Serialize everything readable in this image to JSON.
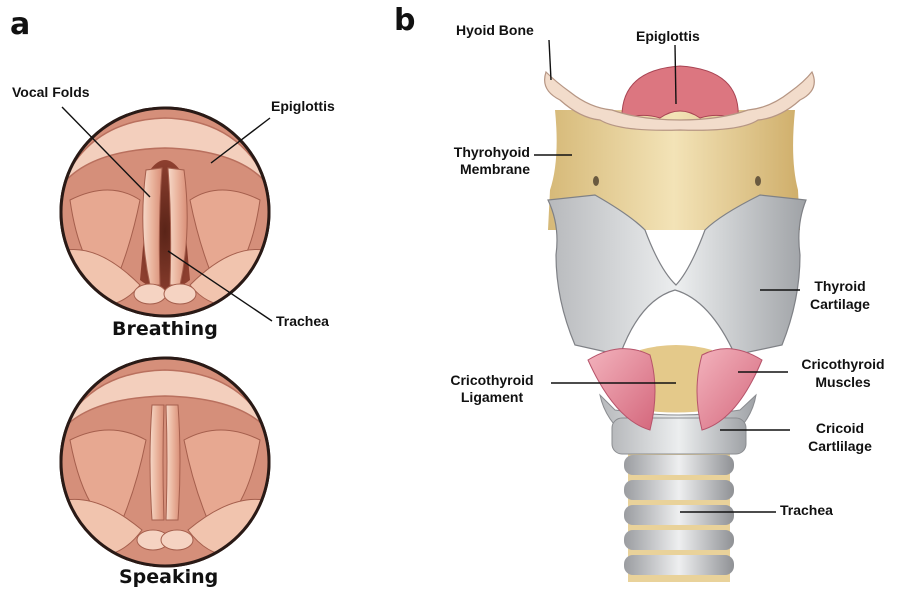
{
  "panels": {
    "a": "a",
    "b": "b"
  },
  "panel_a": {
    "labels": {
      "vocal_folds": "Vocal Folds",
      "epiglottis": "Epiglottis",
      "trachea": "Trachea"
    },
    "captions": {
      "breathing": "Breathing",
      "speaking": "Speaking"
    }
  },
  "panel_b": {
    "labels": {
      "hyoid_bone": "Hyoid Bone",
      "epiglottis": "Epiglottis",
      "thyrohyoid_membrane_1": "Thyrohyoid",
      "thyrohyoid_membrane_2": "Membrane",
      "thyroid_cartilage_1": "Thyroid",
      "thyroid_cartilage_2": "Cartilage",
      "cricothyroid_ligament_1": "Cricothyroid",
      "cricothyroid_ligament_2": "Ligament",
      "cricothyroid_muscles_1": "Cricothyroid",
      "cricothyroid_muscles_2": "Muscles",
      "cricoid_cartilage_1": "Cricoid",
      "cricoid_cartilage_2": "Cartlilage",
      "trachea": "Trachea"
    }
  },
  "colors": {
    "flesh_outer": "#c9786a",
    "flesh_light": "#f4c7b1",
    "flesh_mid": "#e3a189",
    "cartilage_gray": "#c9cbcd",
    "membrane_tan": "#e6cf95",
    "muscle_pink": "#e58b9d",
    "epiglottis_pink": "#d9727c",
    "hyoid": "#f0d8c6"
  }
}
